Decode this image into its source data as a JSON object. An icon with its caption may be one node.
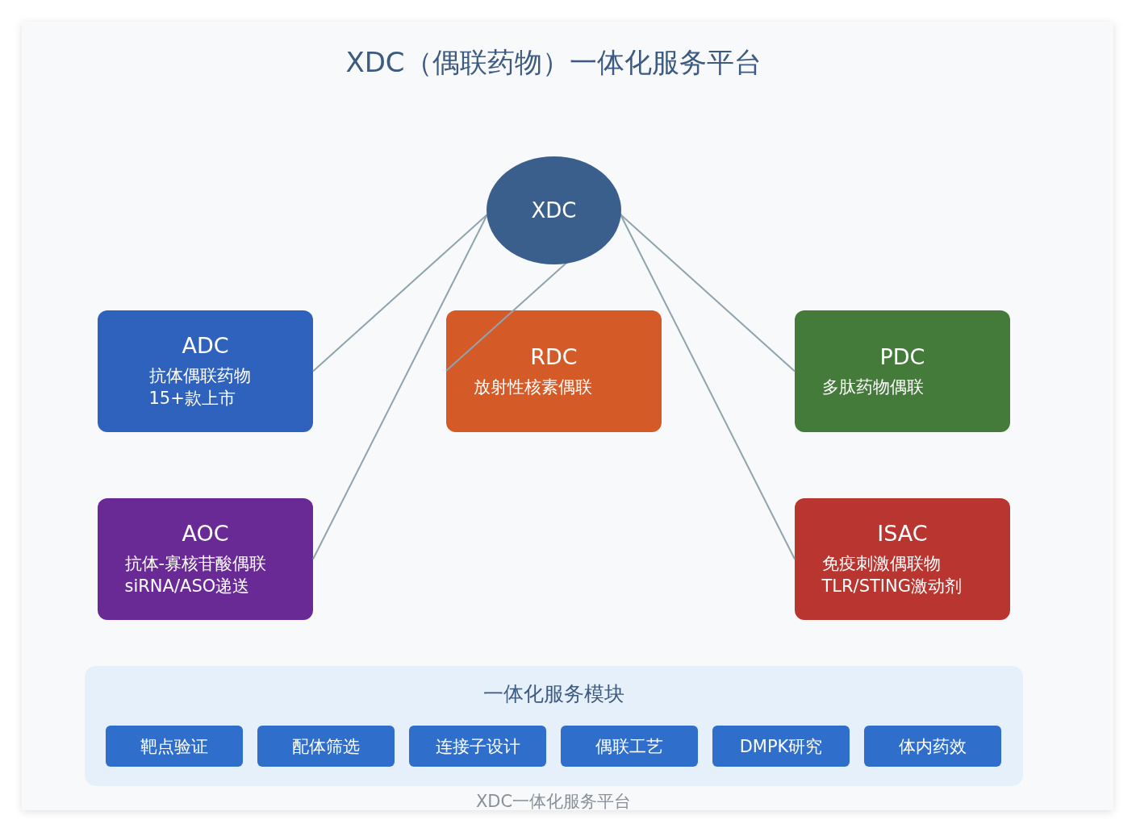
{
  "diagram": {
    "title": "XDC（偶联药物）一体化服务平台",
    "nodes": [
      {
        "text": [
          "XDC"
        ]
      },
      {
        "text": [
          "ADC",
          "抗体偶联药物 15+款上市"
        ]
      },
      {
        "text": [
          "RDC",
          "放射性核素偶联"
        ]
      },
      {
        "text": [
          "PDC",
          "多肽药物偶联"
        ]
      },
      {
        "text": [
          "AOC",
          "抗体-寡核苷酸偶联 siRNA/ASO递送"
        ]
      },
      {
        "text": [
          "ISAC",
          "免疫刺激偶联物 TLR/STING激动剂"
        ]
      },
      {
        "text": [
          "一体化服务模块"
        ]
      },
      {
        "text": [
          "靶点验证"
        ],
        "in": 6
      },
      {
        "text": [
          "配体筛选"
        ],
        "in": 6
      },
      {
        "text": [
          "连接子设计"
        ],
        "in": 6
      },
      {
        "text": [
          "偶联工艺"
        ],
        "in": 6
      },
      {
        "text": [
          "DMPK研究"
        ],
        "in": 6
      },
      {
        "text": [
          "体内药效"
        ],
        "in": 6
      }
    ],
    "edges": [
      {
        "from": 0,
        "to": 1,
        "arrow": "none"
      },
      {
        "from": 0,
        "to": 4,
        "arrow": "none"
      },
      {
        "from": 0,
        "to": 2,
        "arrow": "none"
      },
      {
        "from": 0,
        "to": 3,
        "arrow": "none"
      },
      {
        "from": 0,
        "to": 5,
        "arrow": "none"
      }
    ],
    "labels": [
      "XDC一体化服务平台"
    ]
  }
}
